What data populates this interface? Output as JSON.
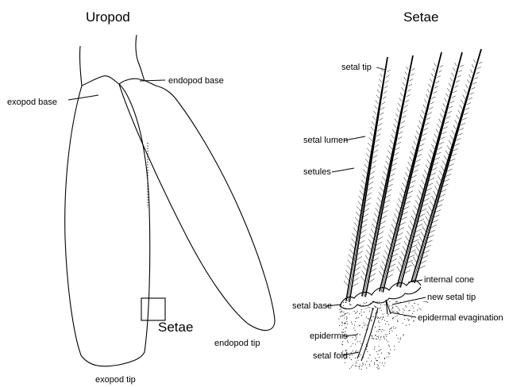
{
  "panels": {
    "uropod": {
      "title": "Uropod",
      "labels": {
        "exopod_base": "exopod base",
        "endopod_base": "endopod base",
        "exopod_tip": "exopod tip",
        "endopod_tip": "endopod tip",
        "setae_callout": "Setae"
      }
    },
    "setae": {
      "title": "Setae",
      "labels": {
        "setal_tip": "setal tip",
        "setal_lumen": "setal lumen",
        "setules": "setules",
        "internal_cone": "internal cone",
        "new_setal_tip": "new setal tip",
        "setal_base": "setal base",
        "epidermal_evagination": "epidermal evagination",
        "epidermis": "epidermis",
        "setal_fold": "setal fold"
      }
    }
  },
  "colors": {
    "ink": "#000000",
    "background": "#ffffff"
  }
}
